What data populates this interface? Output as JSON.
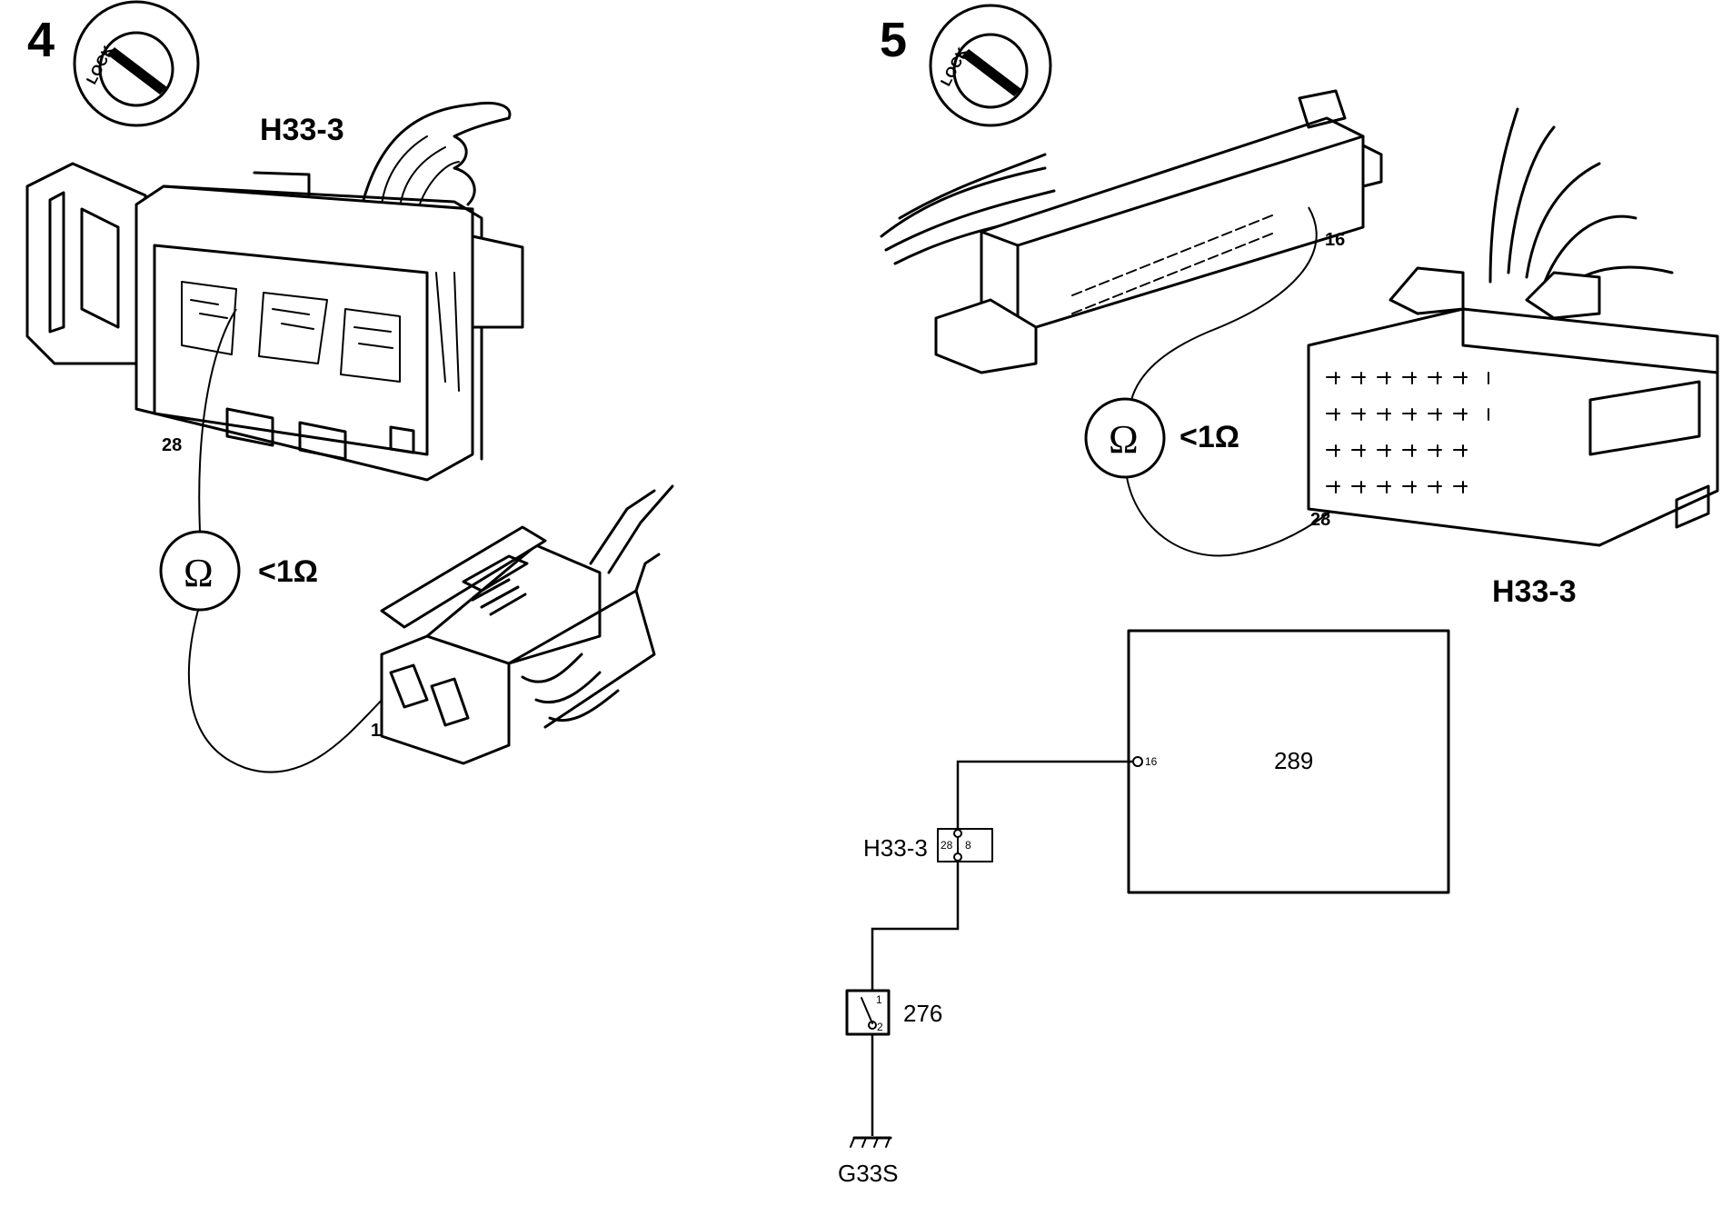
{
  "step4": {
    "number": "4",
    "lock_text": "LOCK",
    "connector_label": "H33-3",
    "pin_a": "28",
    "pin_b": "1",
    "meter_symbol": "Ω",
    "meter_value": "<1Ω"
  },
  "step5": {
    "number": "5",
    "lock_text": "LOCK",
    "connector_label": "H33-3",
    "pin_a": "16",
    "pin_b": "28",
    "meter_symbol": "Ω",
    "meter_value": "<1Ω"
  },
  "schematic": {
    "module_label": "289",
    "module_pin": "16",
    "connector_label": "H33-3",
    "connector_pin_left": "28",
    "connector_pin_right": "8",
    "switch_label": "276",
    "switch_pin_1": "1",
    "switch_pin_2": "2",
    "ground_label": "G33S"
  }
}
